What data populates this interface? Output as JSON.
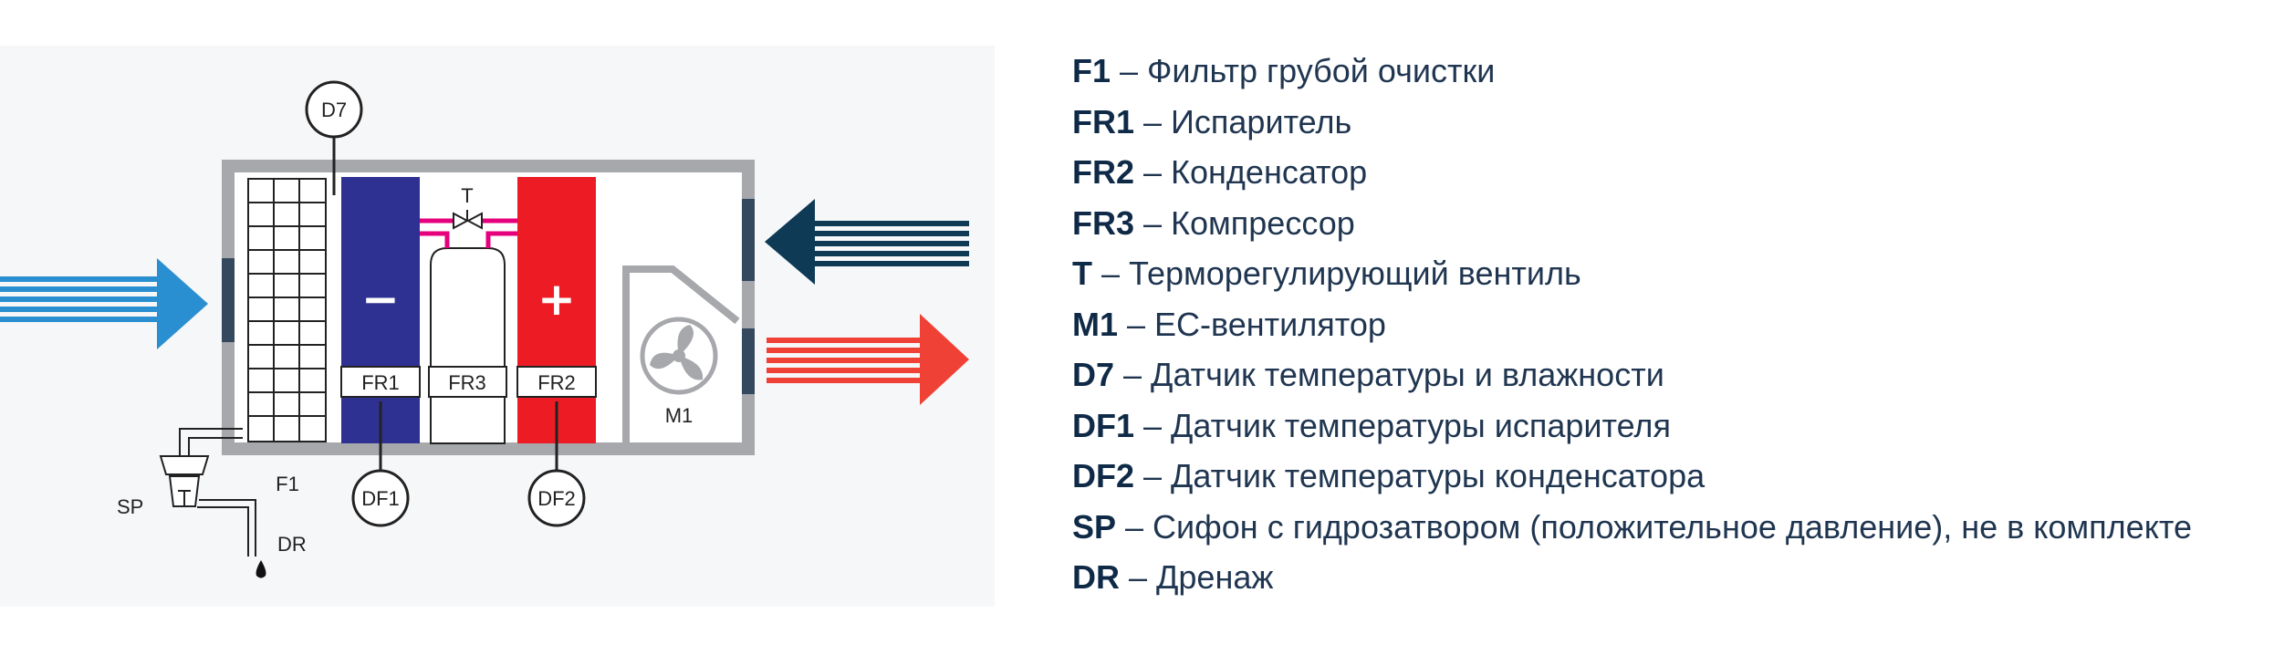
{
  "diagram": {
    "labels": {
      "d7": "D7",
      "t": "T",
      "fr1": "FR1",
      "fr3": "FR3",
      "fr2": "FR2",
      "m1": "M1",
      "f1": "F1",
      "sp": "SP",
      "dr": "DR",
      "df1": "DF1",
      "df2": "DF2",
      "minus": "−",
      "plus": "+"
    },
    "colors": {
      "casing": "#a6a8ac",
      "evaporator": "#2e3192",
      "condenser": "#ed1c24",
      "pipe": "#e6007e",
      "inlet_arrow": "#2a8fd0",
      "outlet_arrow_dark": "#0e3a55",
      "outlet_arrow_red": "#ef4136",
      "damper": "#34495e"
    }
  },
  "legend": {
    "items": [
      {
        "code": "F1",
        "text": " – Фильтр грубой очистки"
      },
      {
        "code": "FR1",
        "text": " – Испаритель"
      },
      {
        "code": "FR2",
        "text": " – Конденсатор"
      },
      {
        "code": "FR3",
        "text": " – Компрессор"
      },
      {
        "code": "T",
        "text": " – Терморегулирующий вентиль"
      },
      {
        "code": "M1",
        "text": " – ЕС-вентилятор"
      },
      {
        "code": "D7",
        "text": " – Датчик температуры и влажности"
      },
      {
        "code": "DF1",
        "text": " – Датчик температуры испарителя"
      },
      {
        "code": "DF2",
        "text": " – Датчик температуры конденсатора"
      },
      {
        "code": "SP",
        "text": " – Сифон с гидрозатвором (положительное давление), не в комплекте"
      },
      {
        "code": "DR",
        "text": " – Дренаж"
      }
    ]
  }
}
